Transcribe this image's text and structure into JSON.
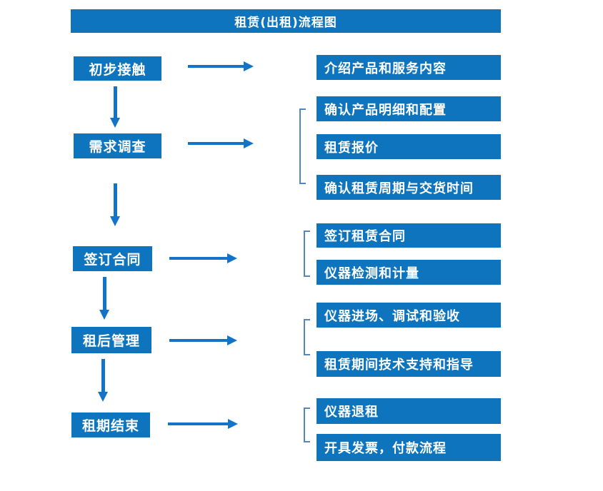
{
  "title": "租赁(出租)流程图",
  "colors": {
    "box_fill": "#0E74BE",
    "arrow": "#1273C9",
    "bracket": "#5585C2",
    "text": "#FFFFFF",
    "background": "#FFFFFF"
  },
  "steps": [
    {
      "label": "初步接触",
      "details": [
        "介绍产品和服务内容"
      ]
    },
    {
      "label": "需求调查",
      "details": [
        "确认产品明细和配置",
        "租赁报价",
        "确认租赁周期与交货时间"
      ]
    },
    {
      "label": "签订合同",
      "details": [
        "签订租赁合同",
        "仪器检测和计量"
      ]
    },
    {
      "label": "租后管理",
      "details": [
        "仪器进场、调试和验收",
        "租赁期间技术支持和指导"
      ]
    },
    {
      "label": "租期结束",
      "details": [
        "仪器退租",
        "开具发票，付款流程"
      ]
    }
  ]
}
